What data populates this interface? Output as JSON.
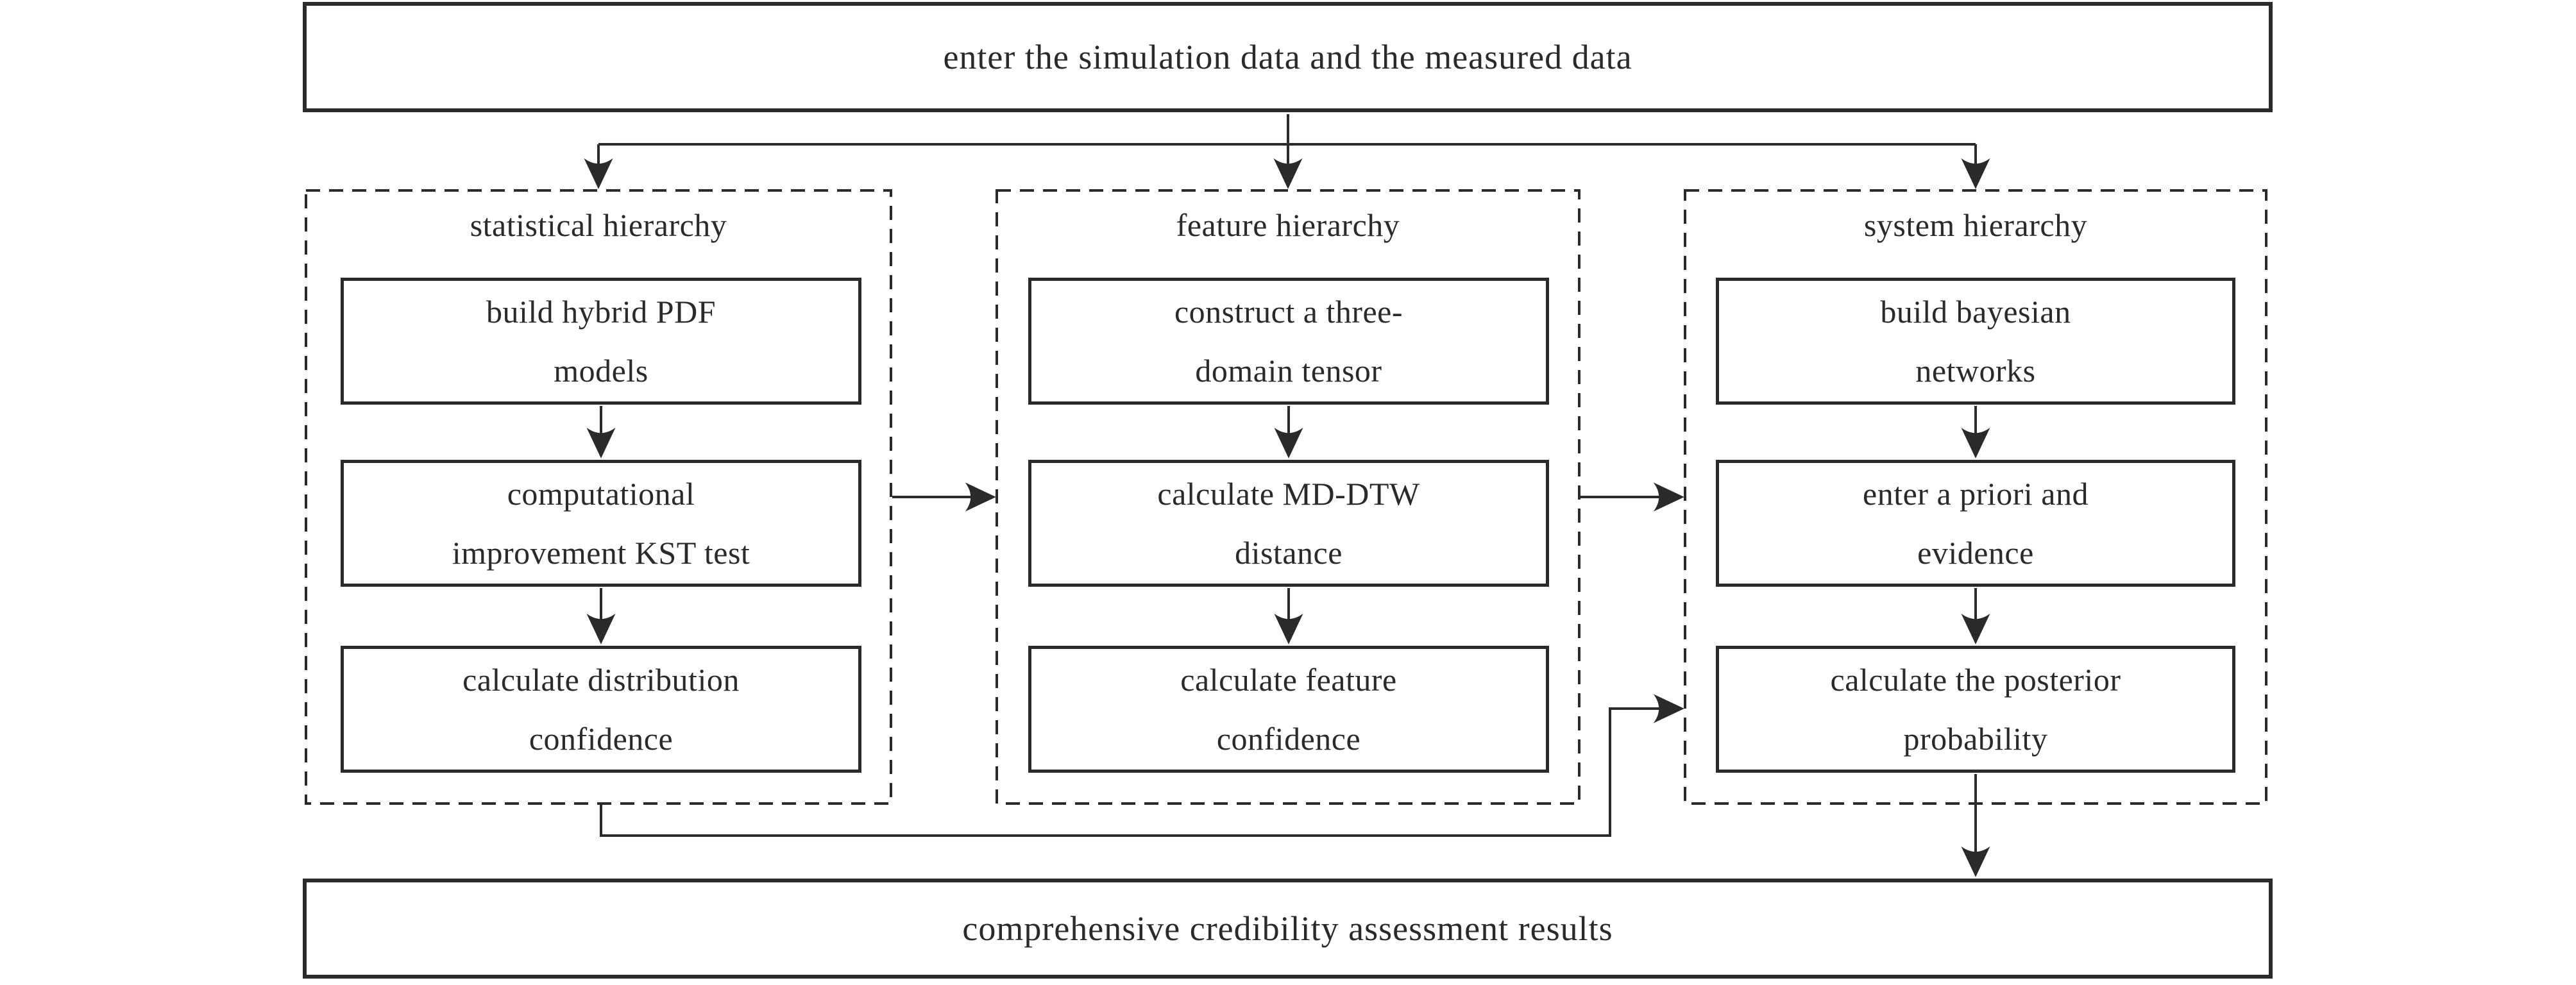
{
  "top_box": {
    "label": "enter the simulation data and the measured data"
  },
  "bottom_box": {
    "label": "comprehensive credibility assessment results"
  },
  "columns": [
    {
      "title": "statistical hierarchy",
      "boxes": [
        [
          "build hybrid PDF",
          "models"
        ],
        [
          "computational",
          "improvement KST test"
        ],
        [
          "calculate distribution",
          "confidence"
        ]
      ]
    },
    {
      "title": "feature hierarchy",
      "boxes": [
        [
          "construct a three-",
          "domain tensor"
        ],
        [
          "calculate MD-DTW",
          "distance"
        ],
        [
          "calculate feature",
          "confidence"
        ]
      ]
    },
    {
      "title": "system hierarchy",
      "boxes": [
        [
          "build bayesian",
          "networks"
        ],
        [
          "enter a priori and",
          "evidence"
        ],
        [
          "calculate the posterior",
          "probability"
        ]
      ]
    }
  ],
  "colors": {
    "ink": "#2a2a2a",
    "background": "#ffffff"
  }
}
